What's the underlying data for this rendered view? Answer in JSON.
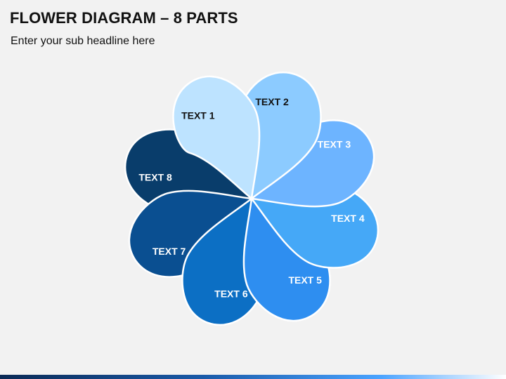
{
  "header": {
    "title": "FLOWER DIAGRAM – 8 PARTS",
    "subtitle": "Enter your sub headline here"
  },
  "diagram": {
    "type": "flower",
    "petal_count": 8,
    "petals": [
      {
        "label": "TEXT 1",
        "color": "#bde3ff",
        "text_color": "#111111"
      },
      {
        "label": "TEXT 2",
        "color": "#8ccbff",
        "text_color": "#111111"
      },
      {
        "label": "TEXT 3",
        "color": "#6db4ff",
        "text_color": "#ffffff"
      },
      {
        "label": "TEXT 4",
        "color": "#45a8f7",
        "text_color": "#ffffff"
      },
      {
        "label": "TEXT 5",
        "color": "#2e8ef0",
        "text_color": "#ffffff"
      },
      {
        "label": "TEXT 6",
        "color": "#0c6fc4",
        "text_color": "#ffffff"
      },
      {
        "label": "TEXT 7",
        "color": "#0a4f91",
        "text_color": "#ffffff"
      },
      {
        "label": "TEXT 8",
        "color": "#093d6b",
        "text_color": "#ffffff"
      }
    ]
  }
}
